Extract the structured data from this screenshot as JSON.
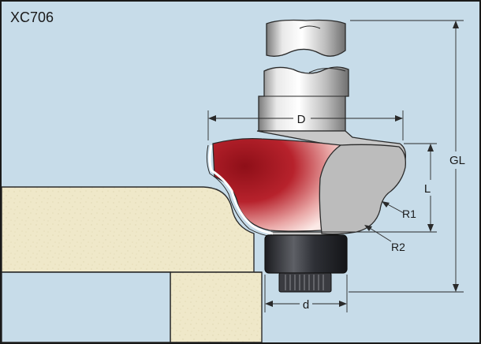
{
  "diagram": {
    "model_code": "XC706",
    "labels": {
      "cutting_diameter": "D",
      "overall_length": "GL",
      "cutting_length": "L",
      "radius_1": "R1",
      "radius_2": "R2",
      "bearing_diameter": "d"
    },
    "colors": {
      "background": "#c7dce9",
      "wood": "#efe8c9",
      "carbide": "#b31c25",
      "steel": "#c8c8c8",
      "bearing": "#2e3036"
    }
  }
}
